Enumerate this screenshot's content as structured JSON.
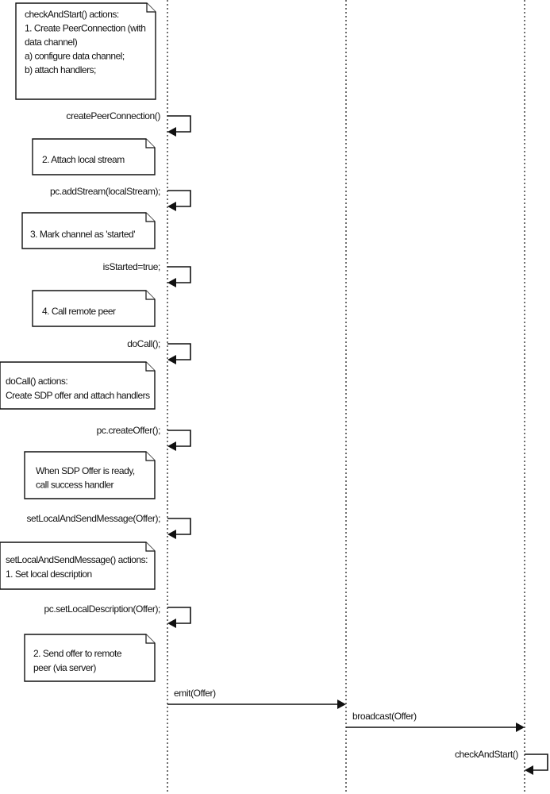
{
  "notes": [
    {
      "id": "note-checkandstart-actions",
      "lines": [
        "checkAndStart() actions:",
        "1. Create PeerConnection (with",
        "data channel)",
        "a) configure data channel;",
        "b) attach handlers;"
      ]
    },
    {
      "id": "note-attach-local-stream",
      "lines": [
        "2. Attach local stream"
      ]
    },
    {
      "id": "note-mark-channel-started",
      "lines": [
        "3. Mark channel as 'started'"
      ]
    },
    {
      "id": "note-call-remote-peer",
      "lines": [
        "4. Call remote peer"
      ]
    },
    {
      "id": "note-docall-actions",
      "lines": [
        "doCall() actions:",
        "Create SDP offer and attach handlers"
      ]
    },
    {
      "id": "note-sdp-offer-ready",
      "lines": [
        "When SDP Offer is ready,",
        "call success handler"
      ]
    },
    {
      "id": "note-setlocal-actions",
      "lines": [
        "setLocalAndSendMessage() actions:",
        "1. Set local description"
      ]
    },
    {
      "id": "note-send-offer",
      "lines": [
        "2. Send offer to remote",
        "peer (via server)"
      ]
    }
  ],
  "self_calls": [
    {
      "id": "call-create-peer-connection",
      "label": "createPeerConnection()"
    },
    {
      "id": "call-add-stream",
      "label": "pc.addStream(localStream);"
    },
    {
      "id": "call-is-started",
      "label": "isStarted=true;"
    },
    {
      "id": "call-do-call",
      "label": "doCall();"
    },
    {
      "id": "call-create-offer",
      "label": "pc.createOffer();"
    },
    {
      "id": "call-set-local-and-send",
      "label": "setLocalAndSendMessage(Offer);"
    },
    {
      "id": "call-set-local-description",
      "label": "pc.setLocalDescription(Offer);"
    },
    {
      "id": "call-check-and-start",
      "label": "checkAndStart()"
    }
  ],
  "messages": [
    {
      "id": "msg-emit-offer",
      "label": "emit(Offer)"
    },
    {
      "id": "msg-broadcast-offer",
      "label": "broadcast(Offer)"
    }
  ]
}
